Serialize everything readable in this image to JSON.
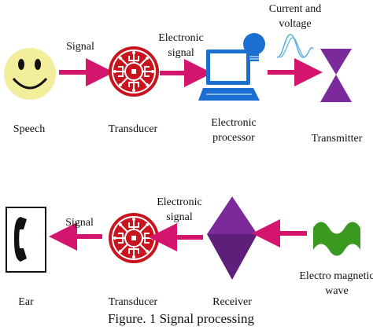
{
  "caption": "Figure. 1 Signal processing",
  "top_row": {
    "speech_label": "Speech",
    "arrow1_label": "Signal",
    "transducer_label": "Transducer",
    "arrow2_label_line1": "Electronic",
    "arrow2_label_line2": "signal",
    "processor_label_line1": "Electronic",
    "processor_label_line2": "processor",
    "wave_label_line1": "Current and",
    "wave_label_line2": "voltage",
    "transmitter_label": "Transmitter"
  },
  "bottom_row": {
    "ear_label": "Ear",
    "arrow1_label": "Signal",
    "transducer_label": "Transducer",
    "arrow2_label_line1": "Electronic",
    "arrow2_label_line2": "signal",
    "receiver_label": "Receiver",
    "em_label_line1": "Electro magnetic",
    "em_label_line2": "wave"
  },
  "colors": {
    "arrow": "#d4156e",
    "smiley": "#f2ee9c",
    "transducer": "#c8141e",
    "laptop": "#1a6fd0",
    "bulb": "#1a6fd0",
    "transmitter": "#7a2a9a",
    "receiver": "#7a2a9a",
    "em_wave": "#3a9a1f",
    "phone": "#111111"
  },
  "icons": [
    "smiley-face-icon",
    "transducer-icon",
    "laptop-icon",
    "light-bulb-icon",
    "sine-wave-icon",
    "transmitter-icon",
    "phone-icon",
    "receiver-icon",
    "em-wave-icon"
  ]
}
